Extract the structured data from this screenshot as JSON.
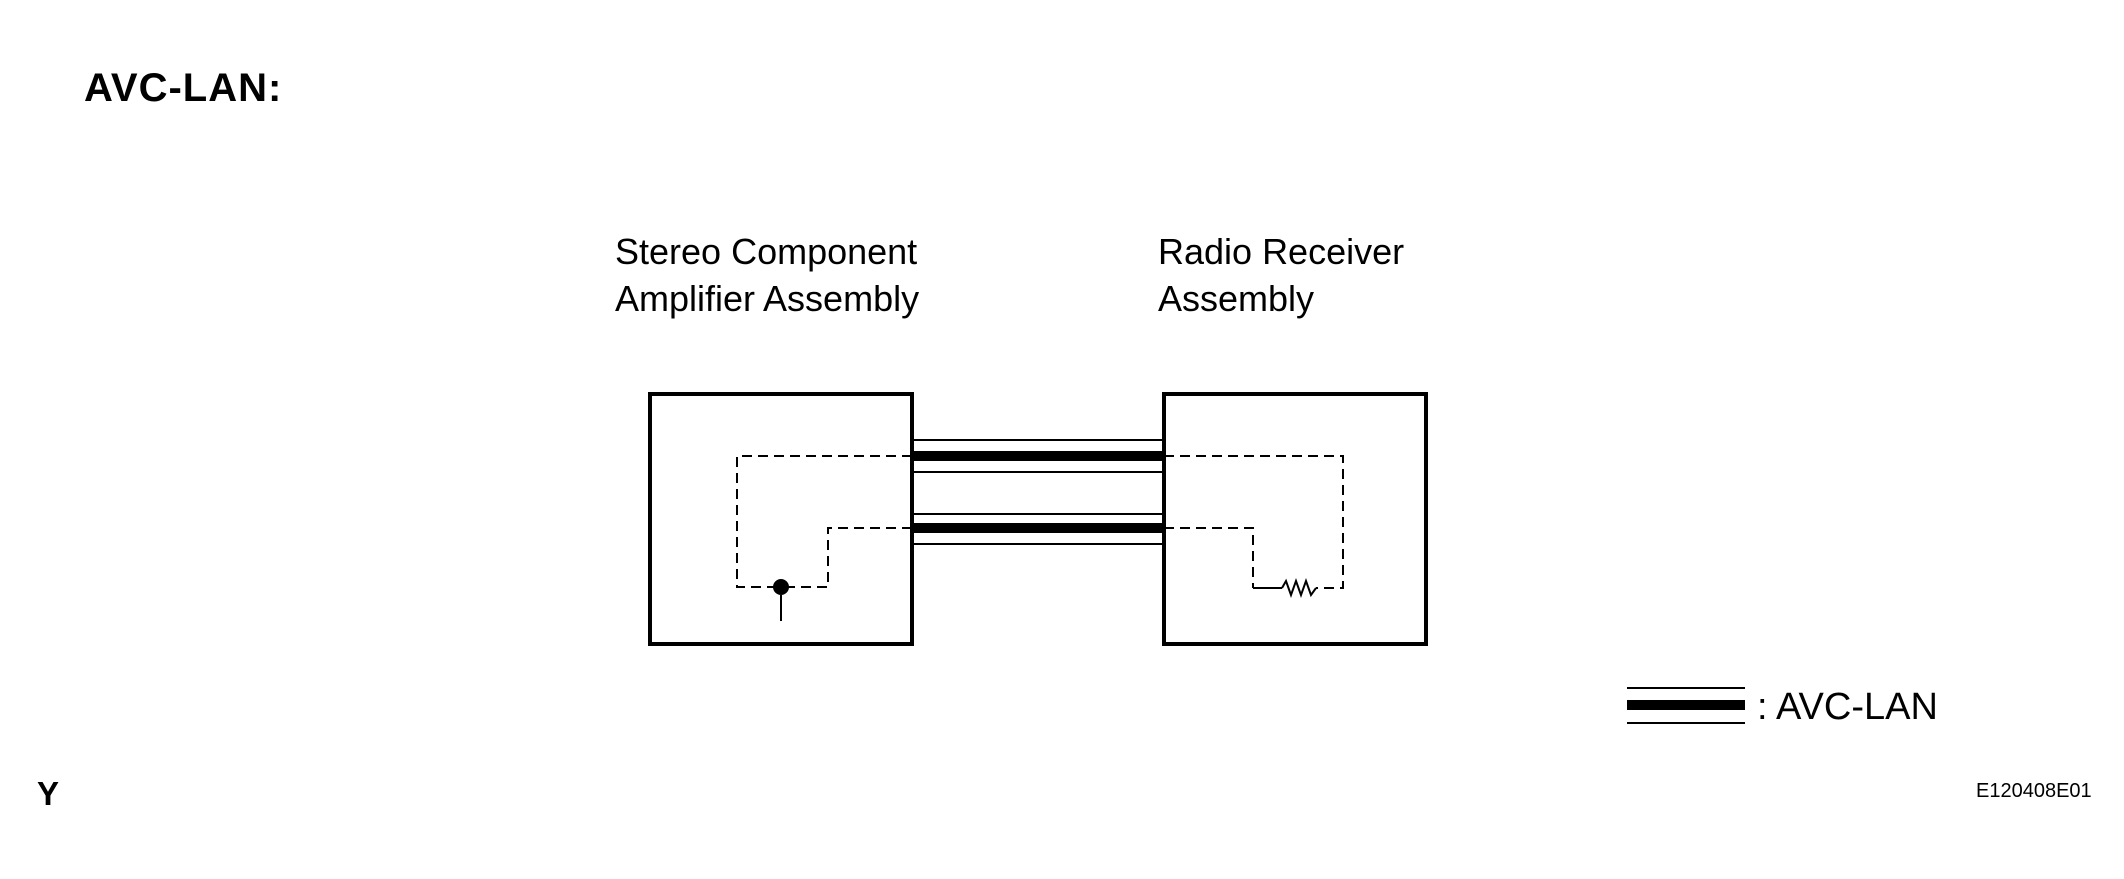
{
  "title": "AVC-LAN:",
  "components": {
    "left": {
      "line1": "Stereo Component",
      "line2": "Amplifier Assembly"
    },
    "right": {
      "line1": "Radio Receiver",
      "line2": "Assembly"
    }
  },
  "legend": {
    "label": ": AVC-LAN"
  },
  "footer": {
    "left_mark": "Y",
    "figure_id": "E120408E01"
  }
}
